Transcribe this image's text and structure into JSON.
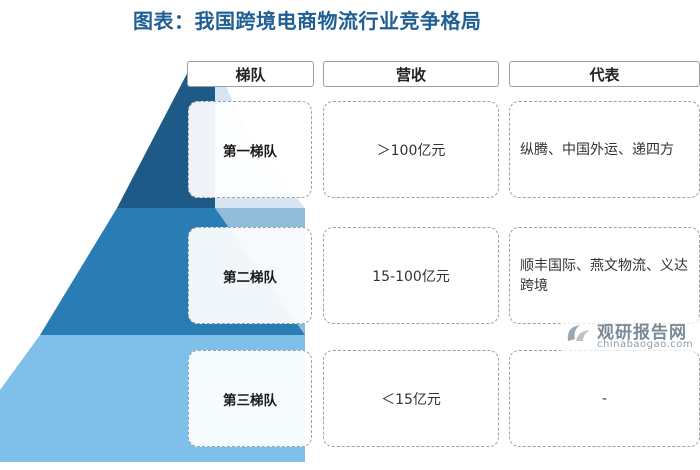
{
  "title": "图表：我国跨境电商物流行业竞争格局",
  "headers": {
    "tier": "梯队",
    "revenue": "营收",
    "representative": "代表"
  },
  "tiers": [
    {
      "label": "第一梯队",
      "revenue": "＞100亿元",
      "representatives": [
        "纵腾、中国外运、递四方"
      ]
    },
    {
      "label": "第二梯队",
      "revenue": "15-100亿元",
      "representatives": [
        "顺丰国际、燕文物流、义达",
        "跨境"
      ]
    },
    {
      "label": "第三梯队",
      "revenue": "＜15亿元",
      "representatives": [
        "-"
      ]
    }
  ],
  "watermark": {
    "name": "观研报告网",
    "url": "chinabaogao.com"
  },
  "colors": {
    "tier1": "#1d5a87",
    "tier2": "#2a7cb4",
    "tier3": "#7fc0ea",
    "title": "#1f5f93"
  }
}
